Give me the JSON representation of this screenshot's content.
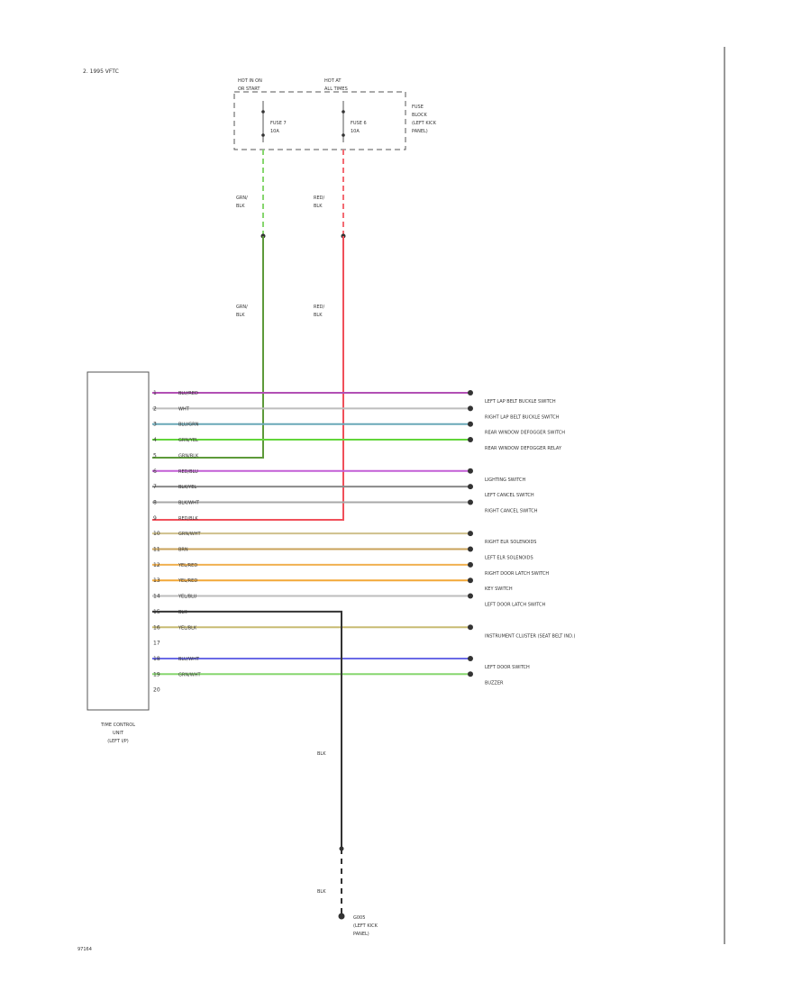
{
  "header": {
    "model_note": "2. 1995 VFTC",
    "page_ref": "97164"
  },
  "fuse_block": {
    "hot_left": "HOT IN ON\nOR START",
    "hot_right": "HOT AT\nALL TIMES",
    "fuse_left": "FUSE 7\n10A",
    "fuse_right": "FUSE 6\n10A",
    "title": "FUSE\nBLOCK\n(LEFT KICK\nPANEL)"
  },
  "supply_wires": {
    "left_upper": "GRN/\nBLK",
    "left_lower": "GRN/\nBLK",
    "right_upper": "RED/\nBLK",
    "right_lower": "RED/\nBLK"
  },
  "time_control_unit": {
    "label": "TIME CONTROL\nUNIT\n(LEFT I/P)"
  },
  "pins": [
    {
      "pin": "1",
      "wire": "BLU/RED",
      "color": "#b24fb4",
      "target": "LEFT LAP BELT BUCKLE SWITCH"
    },
    {
      "pin": "2",
      "wire": "WHT",
      "color": "#bdbdbd",
      "target": "RIGHT LAP BELT BUCKLE SWITCH"
    },
    {
      "pin": "3",
      "wire": "BLU/GRN",
      "color": "#69a8b7",
      "target": "REAR WINDOW DEFOGGER SWITCH"
    },
    {
      "pin": "4",
      "wire": "GRN/YEL",
      "color": "#62d53a",
      "target": "REAR WINDOW DEFOGGER RELAY"
    },
    {
      "pin": "5",
      "wire": "GRN/BLK",
      "color": "#5d9a3a",
      "target": ""
    },
    {
      "pin": "6",
      "wire": "RED/BLU",
      "color": "#c25ed6",
      "target": "LIGHTING SWITCH"
    },
    {
      "pin": "7",
      "wire": "BLK/YEL",
      "color": "#888888",
      "target": "LEFT CANCEL SWITCH"
    },
    {
      "pin": "8",
      "wire": "BLK/WHT",
      "color": "#a8a8a8",
      "target": "RIGHT CANCEL SWITCH"
    },
    {
      "pin": "9",
      "wire": "RED/BLK",
      "color": "#f0505a",
      "target": ""
    },
    {
      "pin": "10",
      "wire": "GRN/WHT",
      "color": "#cfc08c",
      "target": "RIGHT ELR SOLENOIDS"
    },
    {
      "pin": "11",
      "wire": "BRN",
      "color": "#c9a25a",
      "target": "LEFT ELR SOLENOIDS"
    },
    {
      "pin": "12",
      "wire": "YEL/RED",
      "color": "#f0b050",
      "target": "RIGHT DOOR LATCH SWITCH"
    },
    {
      "pin": "13",
      "wire": "YEL/RED",
      "color": "#f2a838",
      "target": "KEY SWITCH"
    },
    {
      "pin": "14",
      "wire": "YEL/BLU",
      "color": "#bcbcbc",
      "target": "LEFT DOOR LATCH SWITCH"
    },
    {
      "pin": "15",
      "wire": "BLK",
      "color": "#333333",
      "target": ""
    },
    {
      "pin": "16",
      "wire": "YEL/BLK",
      "color": "#c8bb72",
      "target": "INSTRUMENT CLUSTER (SEAT BELT IND.)"
    },
    {
      "pin": "17",
      "wire": "",
      "color": "",
      "target": ""
    },
    {
      "pin": "18",
      "wire": "BLU/WHT",
      "color": "#6a6ae6",
      "target": "LEFT DOOR SWITCH"
    },
    {
      "pin": "19",
      "wire": "GRN/WHT",
      "color": "#86d66e",
      "target": "BUZZER"
    },
    {
      "pin": "20",
      "wire": "",
      "color": "",
      "target": ""
    }
  ],
  "ground": {
    "wire_upper": "BLK",
    "wire_lower": "BLK",
    "label": "G005\n(LEFT KICK\nPANEL)"
  }
}
